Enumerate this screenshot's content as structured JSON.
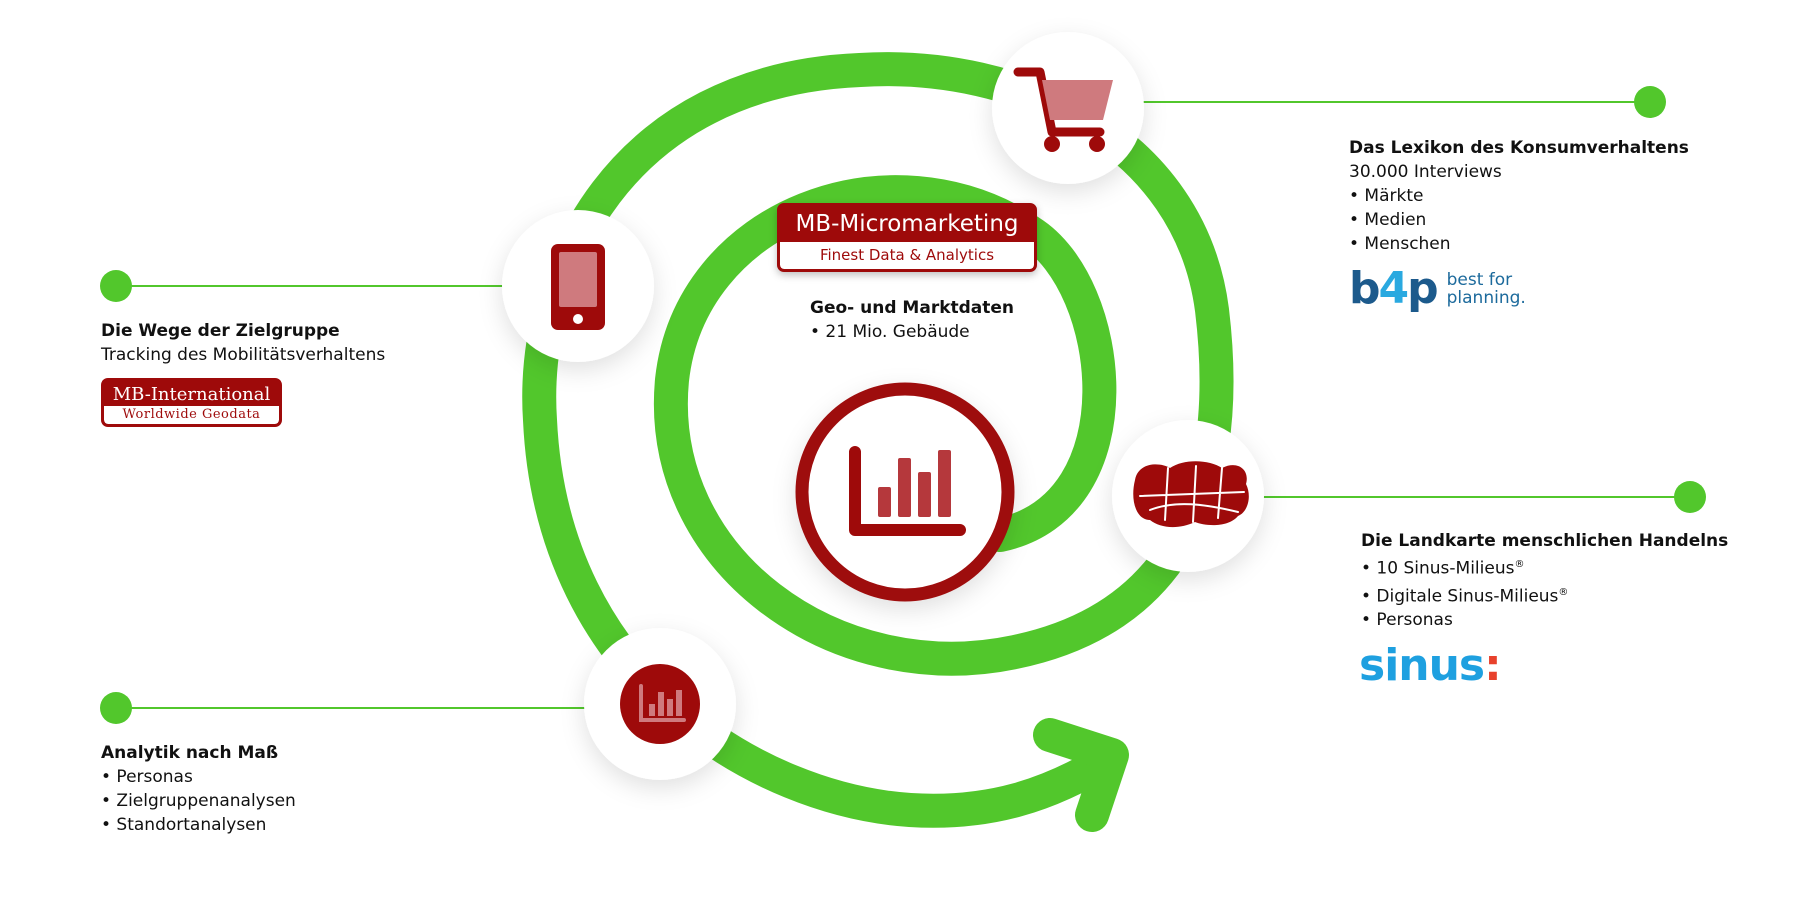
{
  "center": {
    "brand_title": "MB-Micromarketing",
    "brand_subtitle": "Finest Data & Analytics",
    "heading": "Geo- und Marktdaten",
    "lines": [
      "• 21 Mio. Gebäude"
    ]
  },
  "nodes": {
    "consumer": {
      "heading": "Das Lexikon des Konsumverhaltens",
      "lines": [
        "30.000 Interviews",
        "• Märkte",
        "• Medien",
        "• Menschen"
      ],
      "logo_mark_b": "b",
      "logo_mark_4": "4",
      "logo_mark_p": "p",
      "logo_tag_1": "best for",
      "logo_tag_2": "planning."
    },
    "mobility": {
      "heading": "Die Wege der Zielgruppe",
      "lines": [
        "Tracking des Mobilitätsverhaltens"
      ],
      "logo_top": "MB-International",
      "logo_bottom": "Worldwide Geodata"
    },
    "milieus": {
      "heading": "Die Landkarte menschlichen Handelns",
      "lines": [
        "• 10 Sinus-Milieus",
        "• Digitale Sinus-Milieus",
        "• Personas"
      ],
      "registered": "®",
      "logo_text": "sinus",
      "logo_dots": ":"
    },
    "analytics": {
      "heading": "Analytik nach Maß",
      "lines": [
        "• Personas",
        "• Zielgruppenanalysen",
        "• Standortanalysen"
      ]
    }
  },
  "icons": {
    "cart": "shopping-cart-icon",
    "phone": "smartphone-icon",
    "map": "milieu-map-icon",
    "chart_small": "bar-chart-icon",
    "chart_large": "bar-chart-icon"
  },
  "colors": {
    "green": "#52c72c",
    "dark_red": "#9e0a0a",
    "light_red": "#cf7a7e",
    "chart_red": "#b5383c",
    "b4p_blue": "#1c5a8c",
    "sinus_blue": "#1ea0e0"
  }
}
